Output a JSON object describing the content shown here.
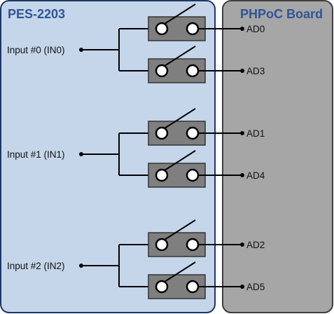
{
  "colors": {
    "pes_panel_fill": "#c5d6ea",
    "pes_panel_stroke": "#1f3864",
    "board_panel_fill": "#a6a6a6",
    "board_panel_stroke": "#3f3f3f",
    "title_color": "#2f5597",
    "switch_fill": "#7f7f7f"
  },
  "panels": {
    "pes": {
      "title": "PES-2203"
    },
    "board": {
      "title": "PHPoC Board"
    }
  },
  "inputs": [
    {
      "label": "Input #0 (IN0)",
      "outputs": [
        "AD0",
        "AD3"
      ]
    },
    {
      "label": "Input #1 (IN1)",
      "outputs": [
        "AD1",
        "AD4"
      ]
    },
    {
      "label": "Input #2 (IN2)",
      "outputs": [
        "AD2",
        "AD5"
      ]
    }
  ]
}
